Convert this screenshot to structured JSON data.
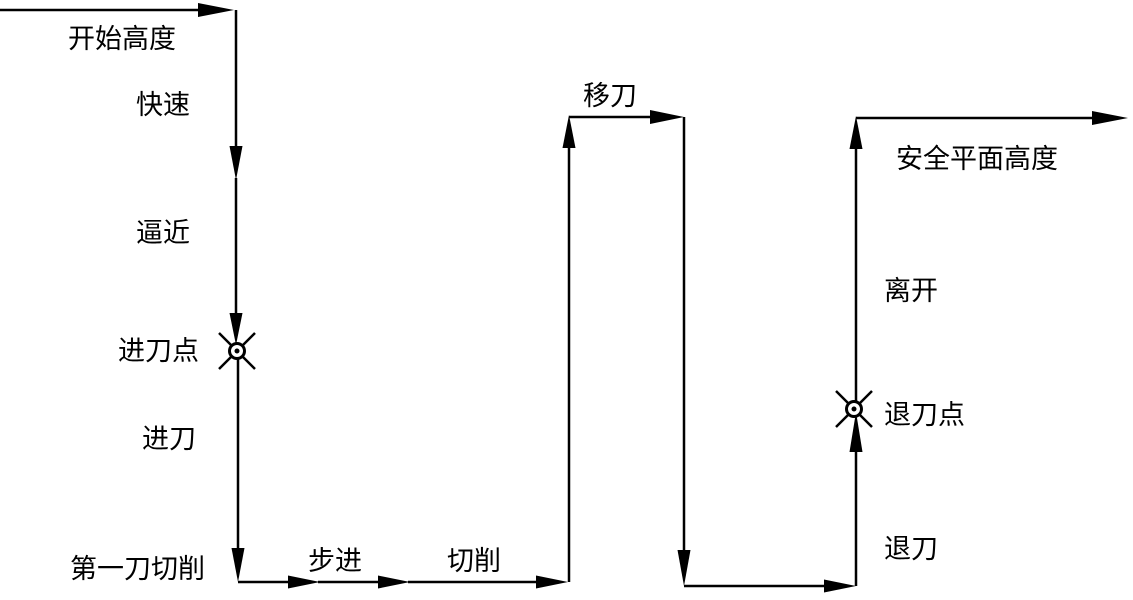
{
  "labels": {
    "start_height": "开始高度",
    "rapid": "快速",
    "approach": "逼近",
    "entry_point": "进刀点",
    "plunge": "进刀",
    "first_cut": "第一刀切削",
    "step_over": "步进",
    "cutting": "切削",
    "tool_move": "移刀",
    "safe_plane_height": "安全平面高度",
    "leave": "离开",
    "exit_point": "退刀点",
    "retract": "退刀"
  },
  "colors": {
    "line": "#000000",
    "background": "#ffffff"
  }
}
